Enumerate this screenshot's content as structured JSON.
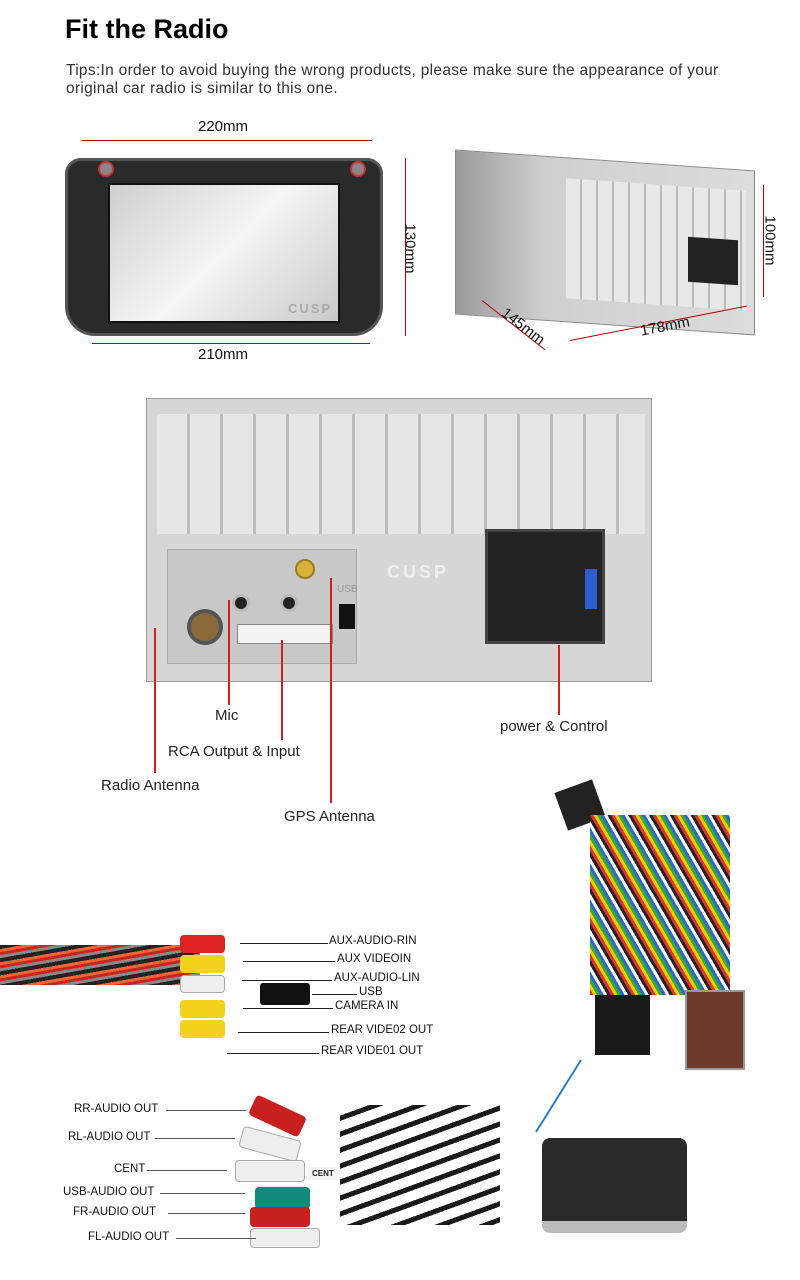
{
  "title": "Fit the Radio",
  "tips": "Tips:In order to avoid buying the wrong products, please make sure the appearance of your original car radio is similar to this one.",
  "dimensions": {
    "front_top": "220mm",
    "front_bottom": "210mm",
    "front_height": "130mm",
    "back_height": "100mm",
    "back_depth": "145mm",
    "back_width": "178mm"
  },
  "brand_watermark": "CUSP",
  "rear_panel": {
    "mic": "Mic",
    "rca": "RCA Output & Input",
    "radio_antenna": "Radio Antenna",
    "gps_antenna": "GPS Antenna",
    "power": "power & Control",
    "usb_mark": "USB"
  },
  "cable_labels": [
    "AUX-AUDIO-RIN",
    "AUX VIDEOIN",
    "AUX-AUDIO-LIN",
    "USB",
    "CAMERA IN",
    "REAR VIDE02 OUT",
    "REAR VIDE01 OUT"
  ],
  "audio_labels": [
    "RR-AUDIO OUT",
    "RL-AUDIO OUT",
    "CENT",
    "USB-AUDIO OUT",
    "FR-AUDIO OUT",
    "FL-AUDIO OUT"
  ],
  "cent_tag": "CENT"
}
